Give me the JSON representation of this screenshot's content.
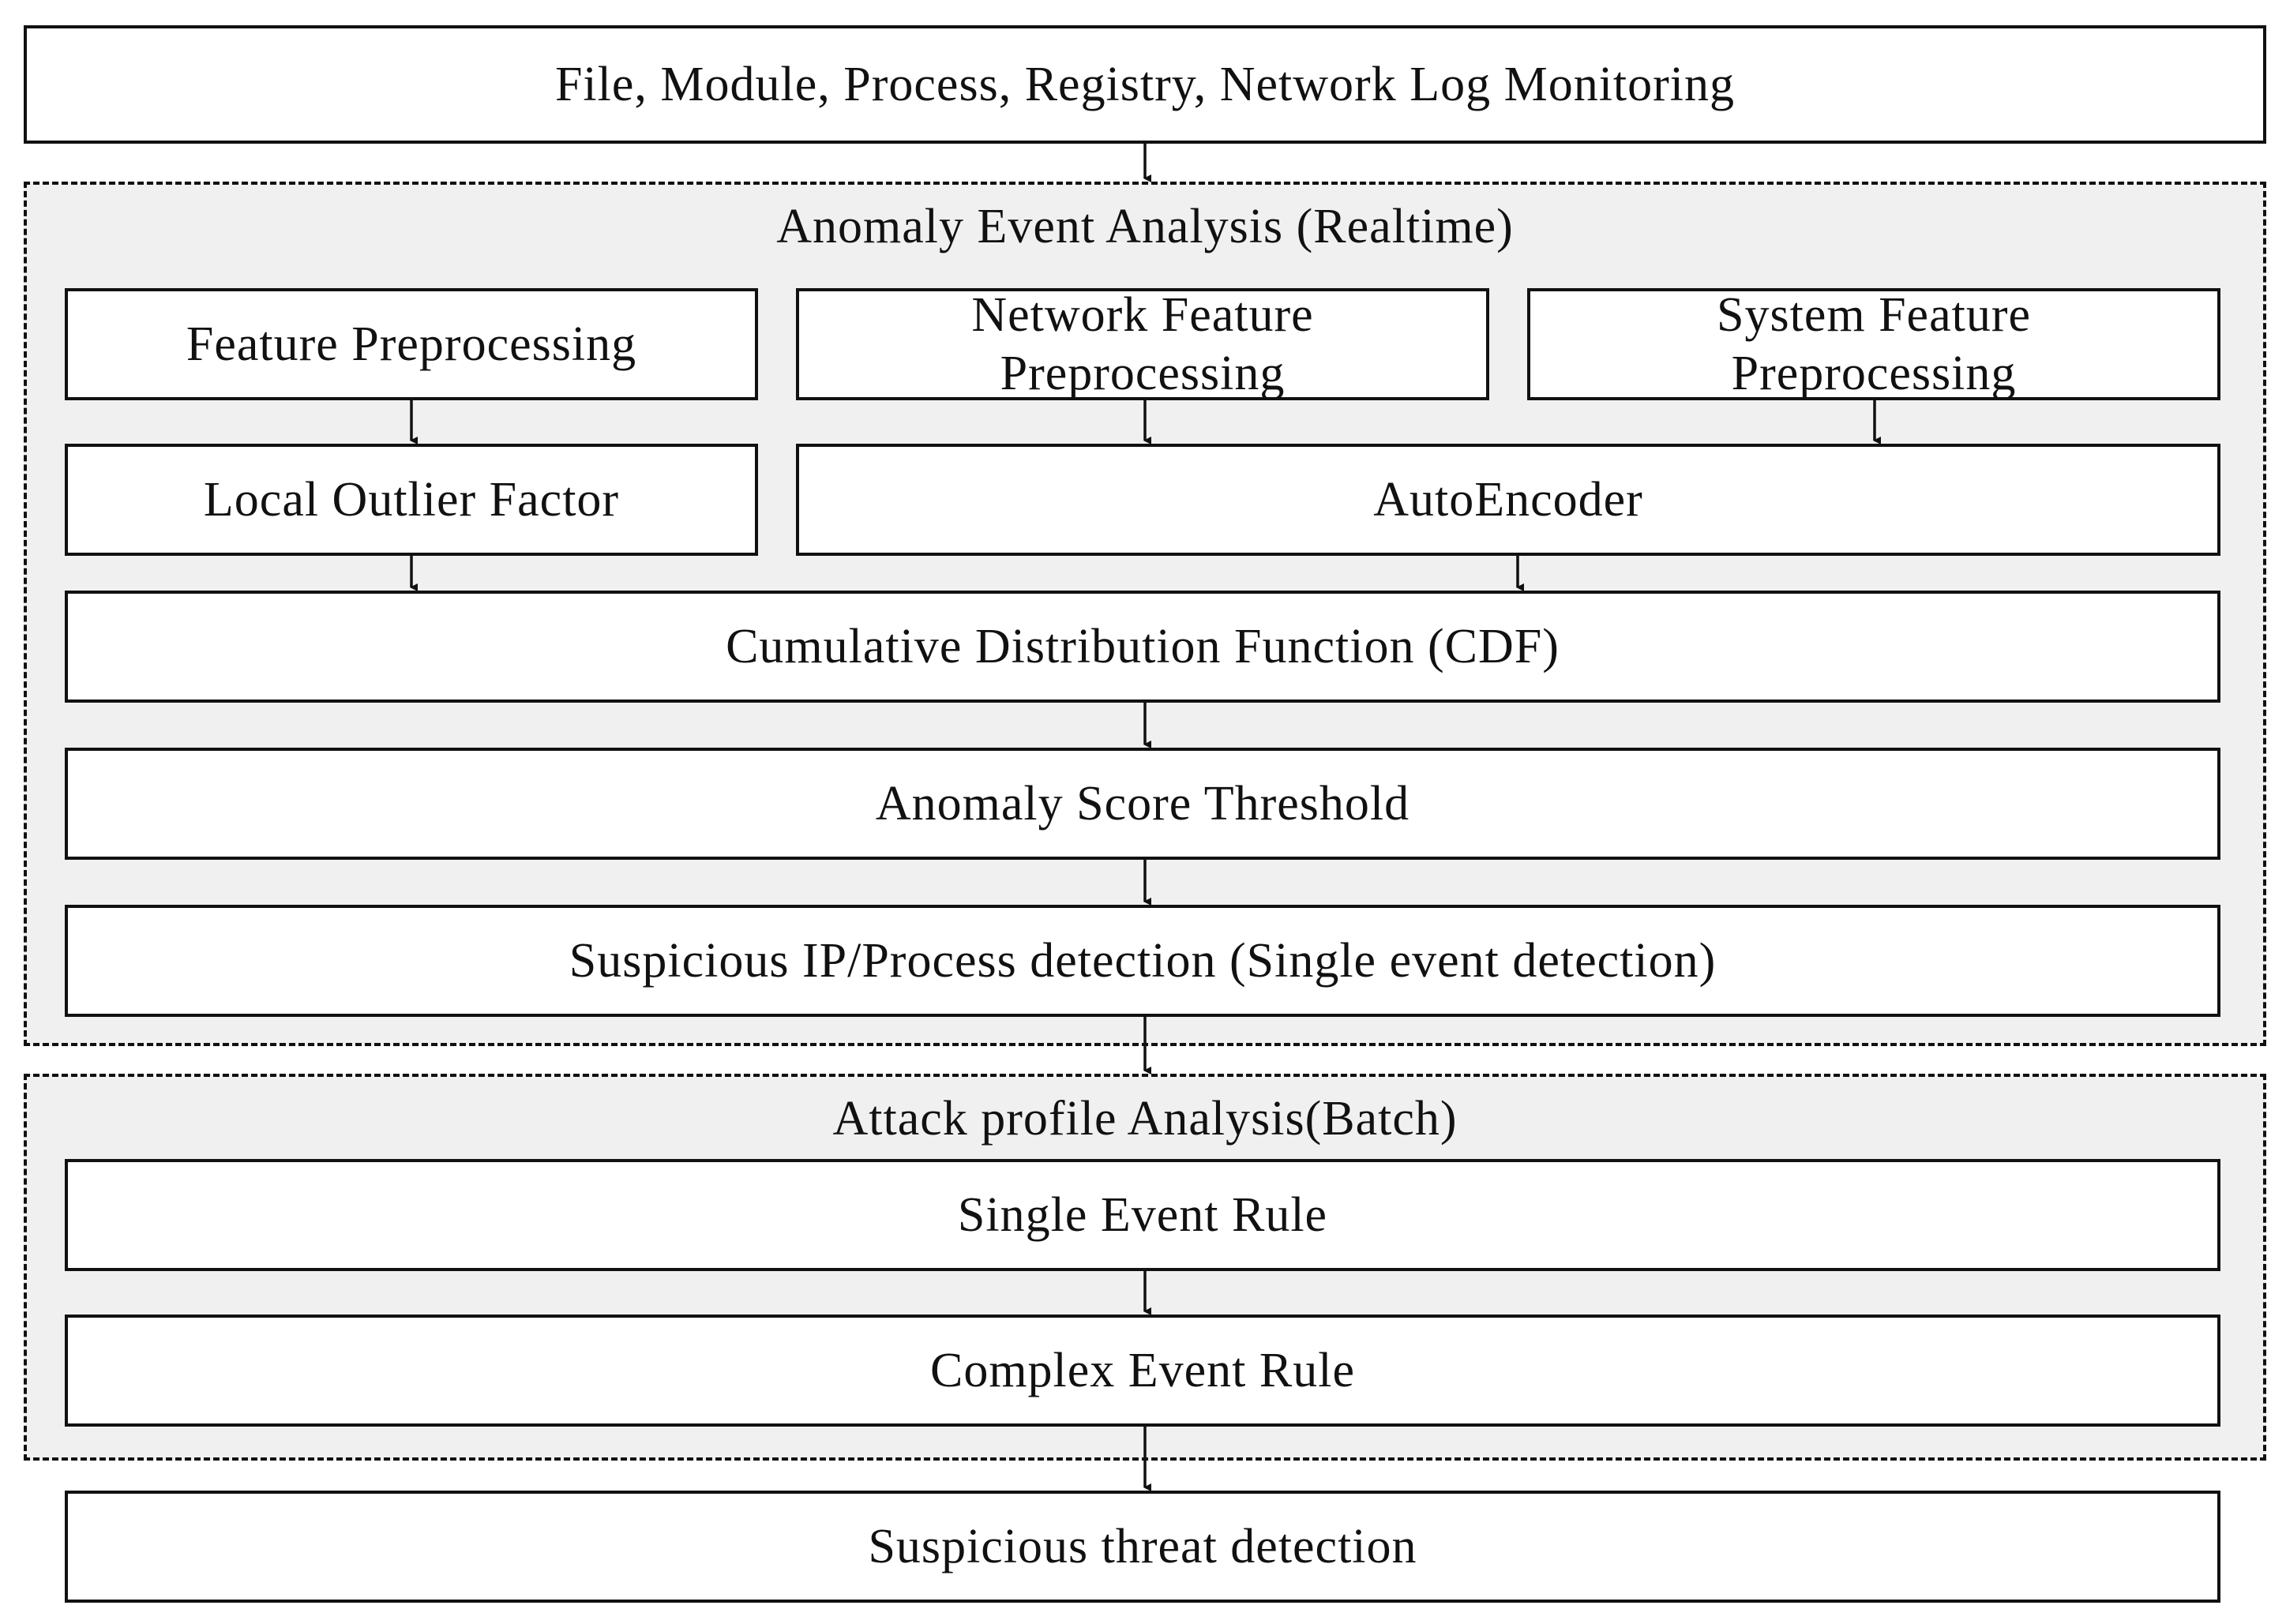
{
  "diagram": {
    "input": "File, Module, Process, Registry, Network Log Monitoring",
    "realtime_group": {
      "title": "Anomaly Event Analysis (Realtime)",
      "feature_preprocessing": "Feature Preprocessing",
      "network_feature_preprocessing": "Network Feature Preprocessing",
      "system_feature_preprocessing": "System Feature Preprocessing",
      "local_outlier_factor": "Local Outlier Factor",
      "autoencoder": "AutoEncoder",
      "cdf": "Cumulative Distribution Function (CDF)",
      "anomaly_score_threshold": "Anomaly Score Threshold",
      "suspicious_ip_process": "Suspicious IP/Process detection (Single event detection)"
    },
    "batch_group": {
      "title": "Attack profile Analysis(Batch)",
      "single_event_rule": "Single Event Rule",
      "complex_event_rule": "Complex Event Rule"
    },
    "output": "Suspicious threat detection"
  }
}
